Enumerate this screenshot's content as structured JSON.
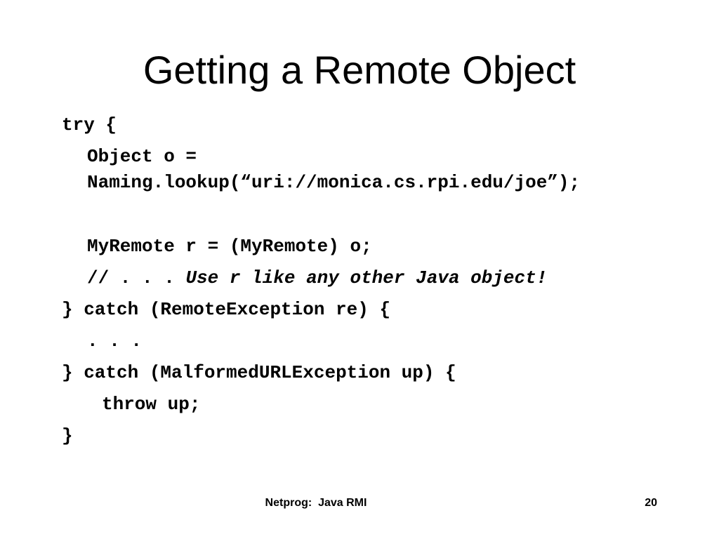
{
  "slide": {
    "title": "Getting a Remote Object",
    "code": {
      "line1": "try {",
      "line2": "Object o =",
      "line3": "Naming.lookup(“uri://monica.cs.rpi.edu/joe”);",
      "line4": "MyRemote r = (MyRemote) o;",
      "line5_prefix": "// . . . ",
      "line5_comment": "Use r like any other Java object!",
      "line6": "} catch (RemoteException re) {",
      "line7": ". . .",
      "line8": "} catch (MalformedURLException up) {",
      "line9": "throw up;",
      "line10": "}"
    },
    "footer": {
      "label": "Netprog:  Java RMI",
      "page_number": "20"
    }
  }
}
